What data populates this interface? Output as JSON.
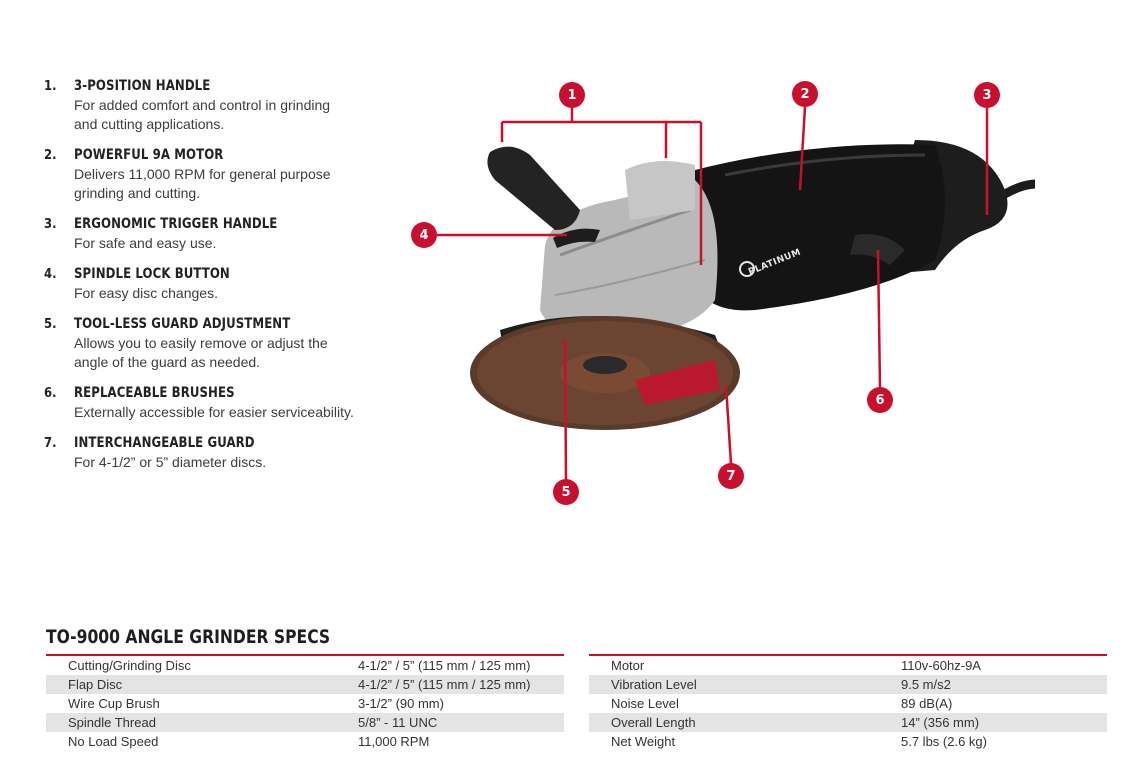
{
  "features": [
    {
      "num": "1.",
      "title": "3-Position Handle",
      "desc": "For added comfort and control in grinding and cutting applications."
    },
    {
      "num": "2.",
      "title": "Powerful 9A Motor",
      "desc": "Delivers 11,000 RPM for general purpose grinding and cutting."
    },
    {
      "num": "3.",
      "title": "Ergonomic Trigger Handle",
      "desc": "For safe and easy use."
    },
    {
      "num": "4.",
      "title": "Spindle Lock Button",
      "desc": "For easy disc changes."
    },
    {
      "num": "5.",
      "title": "Tool-less Guard Adjustment",
      "desc": "Allows you to easily remove or adjust the angle of the guard as needed."
    },
    {
      "num": "6.",
      "title": "Replaceable Brushes",
      "desc": "Externally accessible for easier serviceability."
    },
    {
      "num": "7.",
      "title": "Interchangeable Guard",
      "desc": "For 4-1/2” or 5” diameter discs."
    }
  ],
  "callouts": [
    "1",
    "2",
    "3",
    "4",
    "5",
    "6",
    "7"
  ],
  "brand": "PLATINUM",
  "specs_title": "TO-9000 Angle Grinder Specs",
  "specs_left": [
    {
      "label": "Cutting/Grinding Disc",
      "value": "4-1/2” / 5” (115 mm / 125 mm)"
    },
    {
      "label": "Flap Disc",
      "value": "4-1/2” / 5” (115 mm / 125 mm)"
    },
    {
      "label": "Wire Cup Brush",
      "value": "3-1/2” (90 mm)"
    },
    {
      "label": "Spindle Thread",
      "value": "5/8” - 11 UNC"
    },
    {
      "label": "No Load Speed",
      "value": "11,000 RPM"
    }
  ],
  "specs_right": [
    {
      "label": "Motor",
      "value": "110v-60hz-9A"
    },
    {
      "label": "Vibration Level",
      "value": "9.5 m/s2"
    },
    {
      "label": "Noise Level",
      "value": "89 dB(A)"
    },
    {
      "label": "Overall Length",
      "value": "14” (356 mm)"
    },
    {
      "label": "Net Weight",
      "value": "5.7 lbs (2.6 kg)"
    }
  ],
  "colors": {
    "accent": "#c8102e",
    "tool_body": "#1b1b1b",
    "gearbox": "#b9b9b9",
    "row_shade": "#e4e4e4"
  }
}
